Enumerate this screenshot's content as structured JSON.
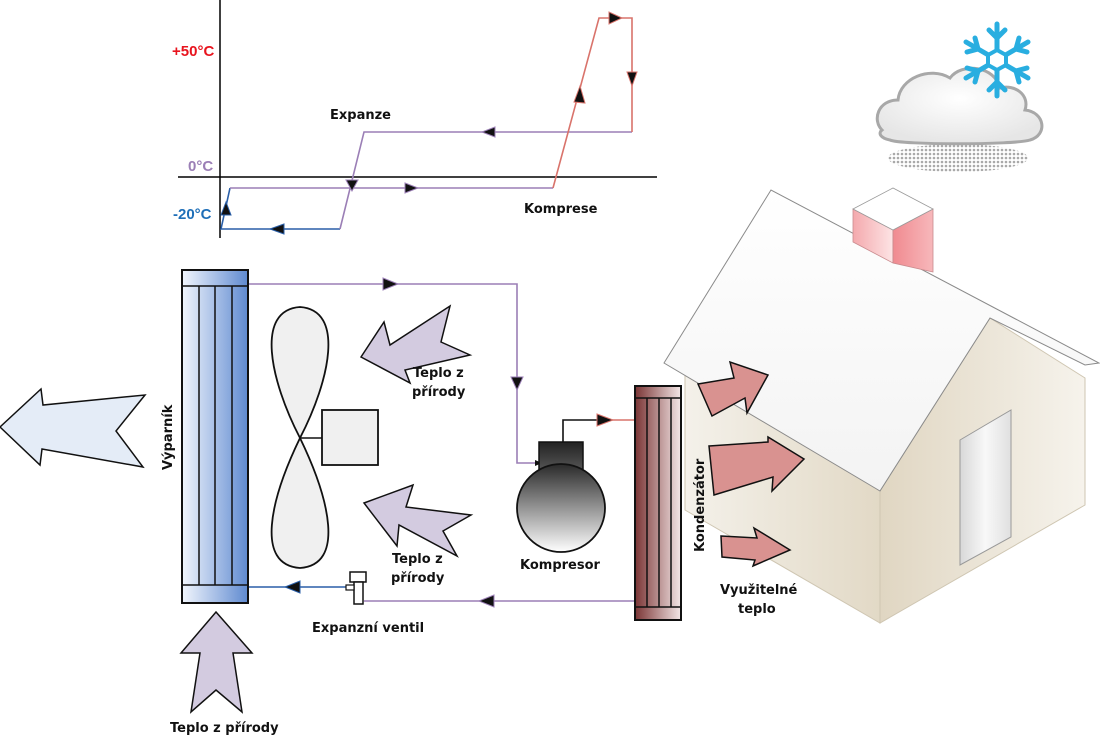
{
  "diagram": {
    "title": "Heat pump cycle (tepelné čerpadlo)",
    "temperature_axis": {
      "labels": [
        {
          "text": "+50°C",
          "value": 50,
          "color": "#e8141e"
        },
        {
          "text": "0°C",
          "value": 0,
          "color": "#9b7fb6"
        },
        {
          "text": "-20°C",
          "value": -20,
          "color": "#1f6fb8"
        }
      ]
    },
    "cycle_labels": {
      "expansion": "Expanze",
      "compression": "Komprese"
    },
    "components": {
      "evaporator": "Výparník",
      "compressor": "Kompresor",
      "condenser": "Kondenzátor",
      "expansion_valve": "Expanzní ventil"
    },
    "heat_labels": {
      "nature_upper": [
        "Teplo z",
        "přírody"
      ],
      "nature_lower": [
        "Teplo z",
        "přírody"
      ],
      "nature_bottom": "Teplo z přírody",
      "usable": [
        "Využitelné",
        "teplo"
      ]
    },
    "colors": {
      "low_temp": "#2a5fa8",
      "mid_temp": "#9b7fb6",
      "high_temp": "#d9736b",
      "nature_arrow": "#d3cbe0",
      "usable_arrow": "#d99290",
      "exhaust_arrow": "#e4ecf7",
      "evaporator_dark": "#6a92d4",
      "condenser_dark": "#7a3434"
    }
  }
}
